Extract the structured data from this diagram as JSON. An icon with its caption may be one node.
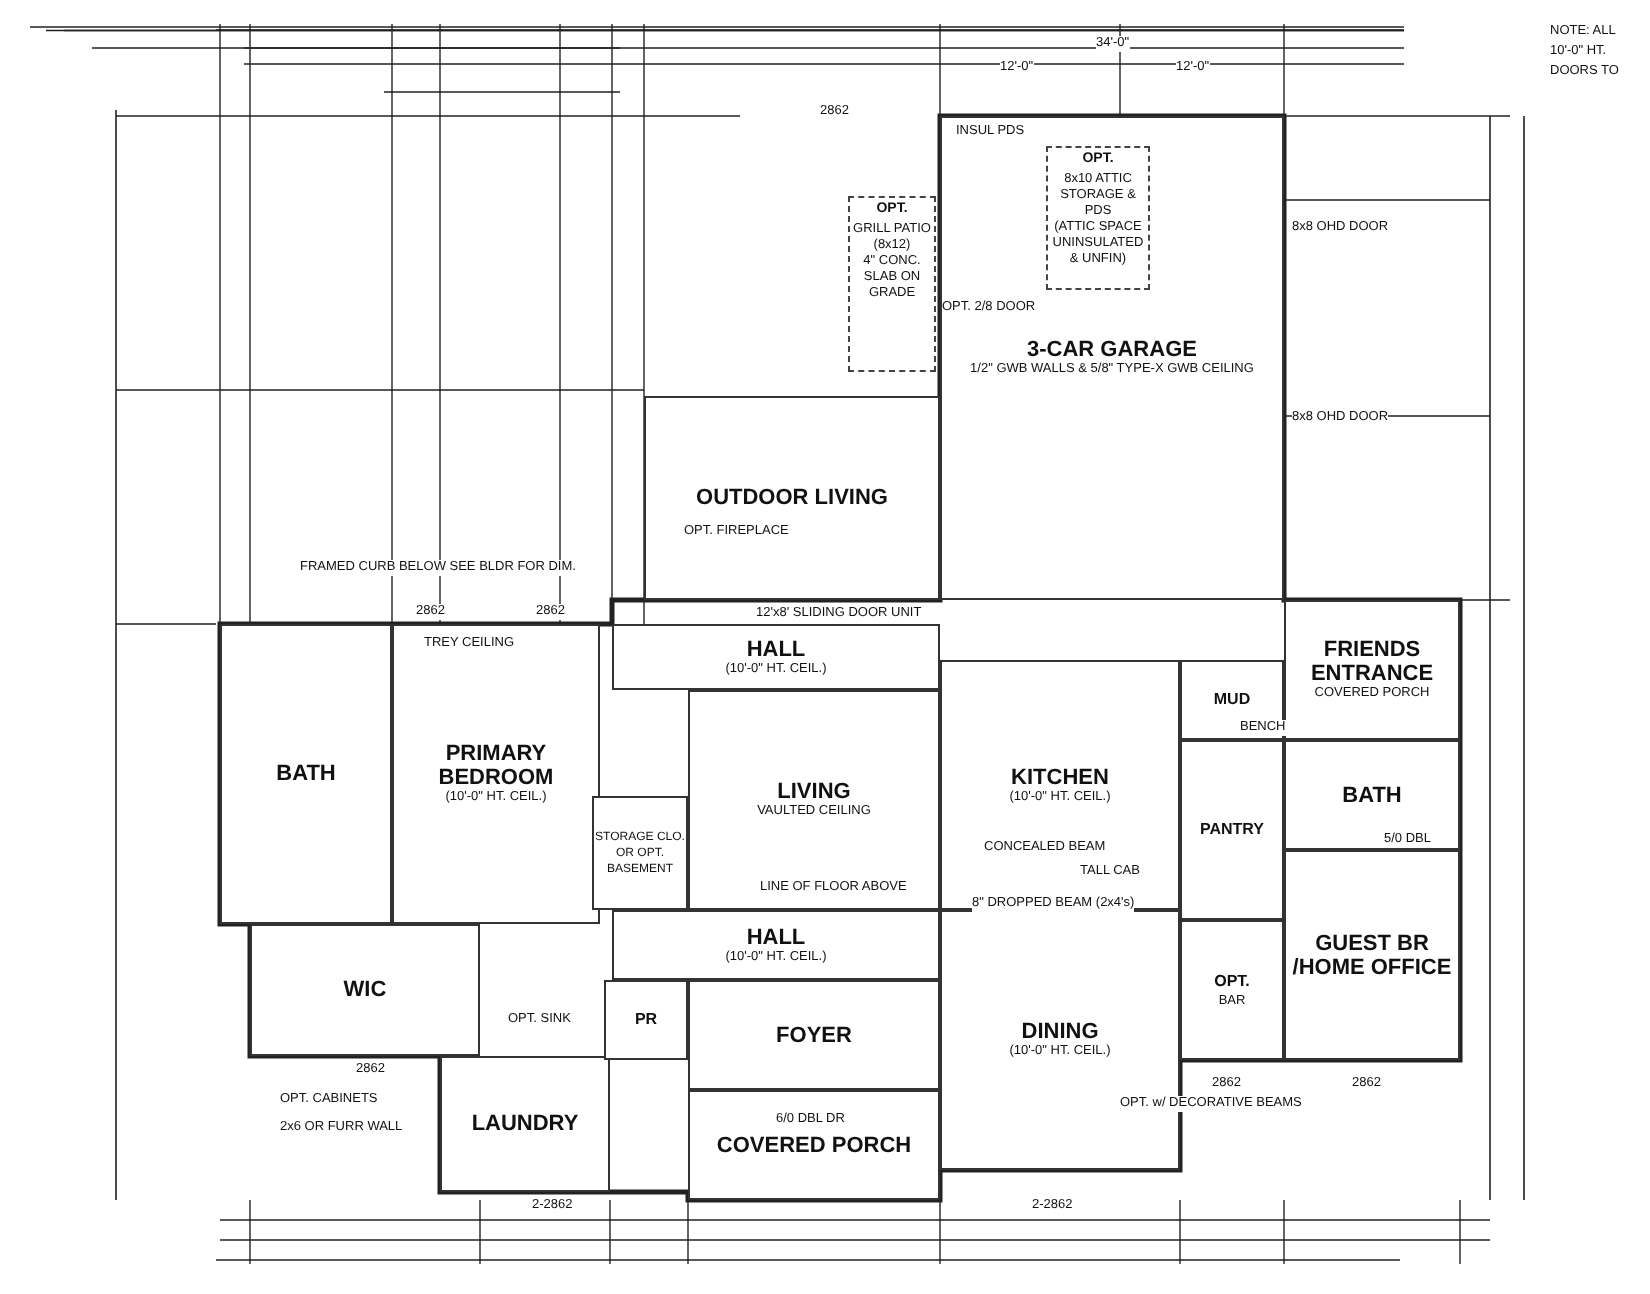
{
  "diagram": {
    "nodes": [
      {
        "text": [
          "OUTDOOR LIVING"
        ]
      },
      {
        "text": [
          "3-CAR GARAGE",
          "1/2\" GWB WALLS & 5/8\" TYPE-X GWB CEILING"
        ]
      },
      {
        "text": [
          "PRIMARY BEDROOM",
          "(10'-0\" HT. CEIL.)"
        ]
      },
      {
        "text": [
          "BATH"
        ]
      },
      {
        "text": [
          "WIC"
        ]
      },
      {
        "text": [
          "LAUNDRY"
        ]
      },
      {
        "text": [
          "PR"
        ]
      },
      {
        "text": [
          "FOYER"
        ]
      },
      {
        "text": [
          "COVERED PORCH"
        ]
      },
      {
        "text": [
          "HALL",
          "(10'-0\" HT. CEIL.)"
        ]
      },
      {
        "text": [
          "LIVING",
          "VAULTED CEILING"
        ]
      },
      {
        "text": [
          "HALL",
          "(10'-0\" HT. CEIL.)"
        ]
      },
      {
        "text": [
          "KITCHEN",
          "(10'-0\" HT. CEIL.)"
        ]
      },
      {
        "text": [
          "DINING",
          "(10'-0\" HT. CEIL.)"
        ]
      },
      {
        "text": [
          "MUD"
        ]
      },
      {
        "text": [
          "FRIENDS ENTRANCE",
          "COVERED PORCH"
        ]
      },
      {
        "text": [
          "PANTRY"
        ]
      },
      {
        "text": [
          "BATH"
        ]
      },
      {
        "text": [
          "GUEST BR /HOME OFFICE"
        ]
      },
      {
        "text": [
          "OPT.",
          "BAR"
        ]
      },
      {
        "text": [
          "OPT.",
          "GRILL PATIO (8x12)",
          "4\" CONC. SLAB ON GRADE"
        ]
      },
      {
        "text": [
          "OPT.",
          "8x10 ATTIC STORAGE & PDS",
          "(ATTIC SPACE UNINSULATED & UNFIN)"
        ],
        "in": 1
      },
      {
        "text": [
          "STORAGE CLO. OR OPT. BASEMENT"
        ]
      }
    ],
    "labels": [
      "NOTE: ALL",
      "10'-0\" HT.",
      "DOORS TO",
      "TREY CEILING",
      "FRAMED CURB BELOW SEE BLDR FOR DIM.",
      "OPT. FIREPLACE",
      "12'x8' SLIDING DOOR UNIT",
      "CONCEALED BEAM",
      "LINE OF FLOOR ABOVE",
      "8\" DROPPED BEAM (2x4's)",
      "TALL CAB",
      "BENCH",
      "5/0 DBL",
      "OPT. w/ DECORATIVE BEAMS",
      "6/0 DBL DR",
      "OPT. CABINETS",
      "2x6 OR FURR WALL",
      "8x8 OHD DOOR",
      "8x8 OHD DOOR",
      "2862",
      "2862",
      "2862",
      "2862",
      "2-2862",
      "2-2862",
      "2862",
      "2862",
      "INSUL PDS",
      "OPT. 2/8 DOOR",
      "OPT. SINK",
      "34'-0\"",
      "12'-0\"",
      "12'-0\""
    ]
  }
}
